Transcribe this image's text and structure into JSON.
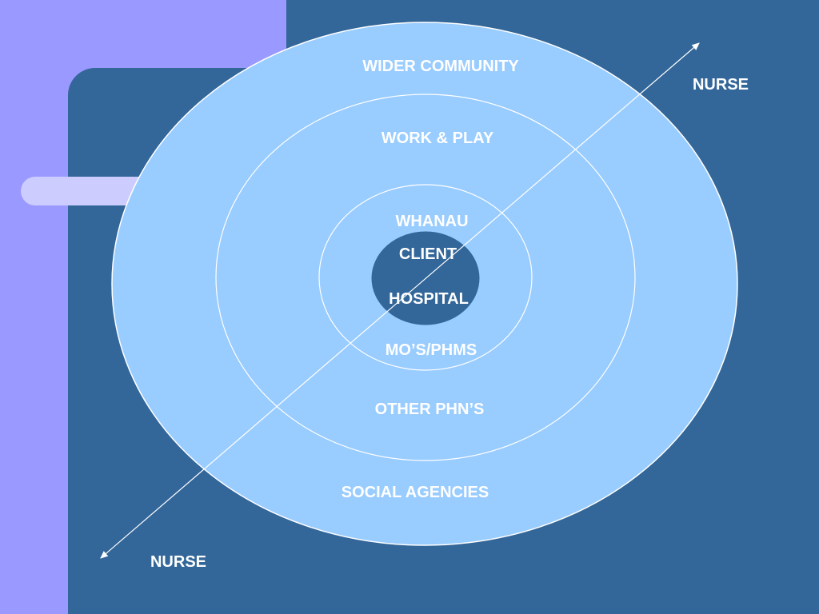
{
  "diagram": {
    "rings": {
      "outer": {
        "top_label": "WIDER COMMUNITY",
        "bottom_label": "SOCIAL AGENCIES"
      },
      "middle": {
        "top_label": "WORK & PLAY",
        "bottom_label": "OTHER PHN’S"
      },
      "inner": {
        "top_label": "WHANAU",
        "bottom_label": "MO’S/PHMS"
      },
      "core": {
        "top_label": "CLIENT",
        "bottom_label": "HOSPITAL"
      }
    },
    "axis": {
      "top_end_label": "NURSE",
      "bottom_end_label": "NURSE"
    }
  },
  "colors": {
    "background": "#336699",
    "left_panel": "#9999ff",
    "pill": "#ccccff",
    "ring_fill": "#99ccff",
    "core_fill": "#336699",
    "line": "#ffffff",
    "text": "#ffffff"
  }
}
